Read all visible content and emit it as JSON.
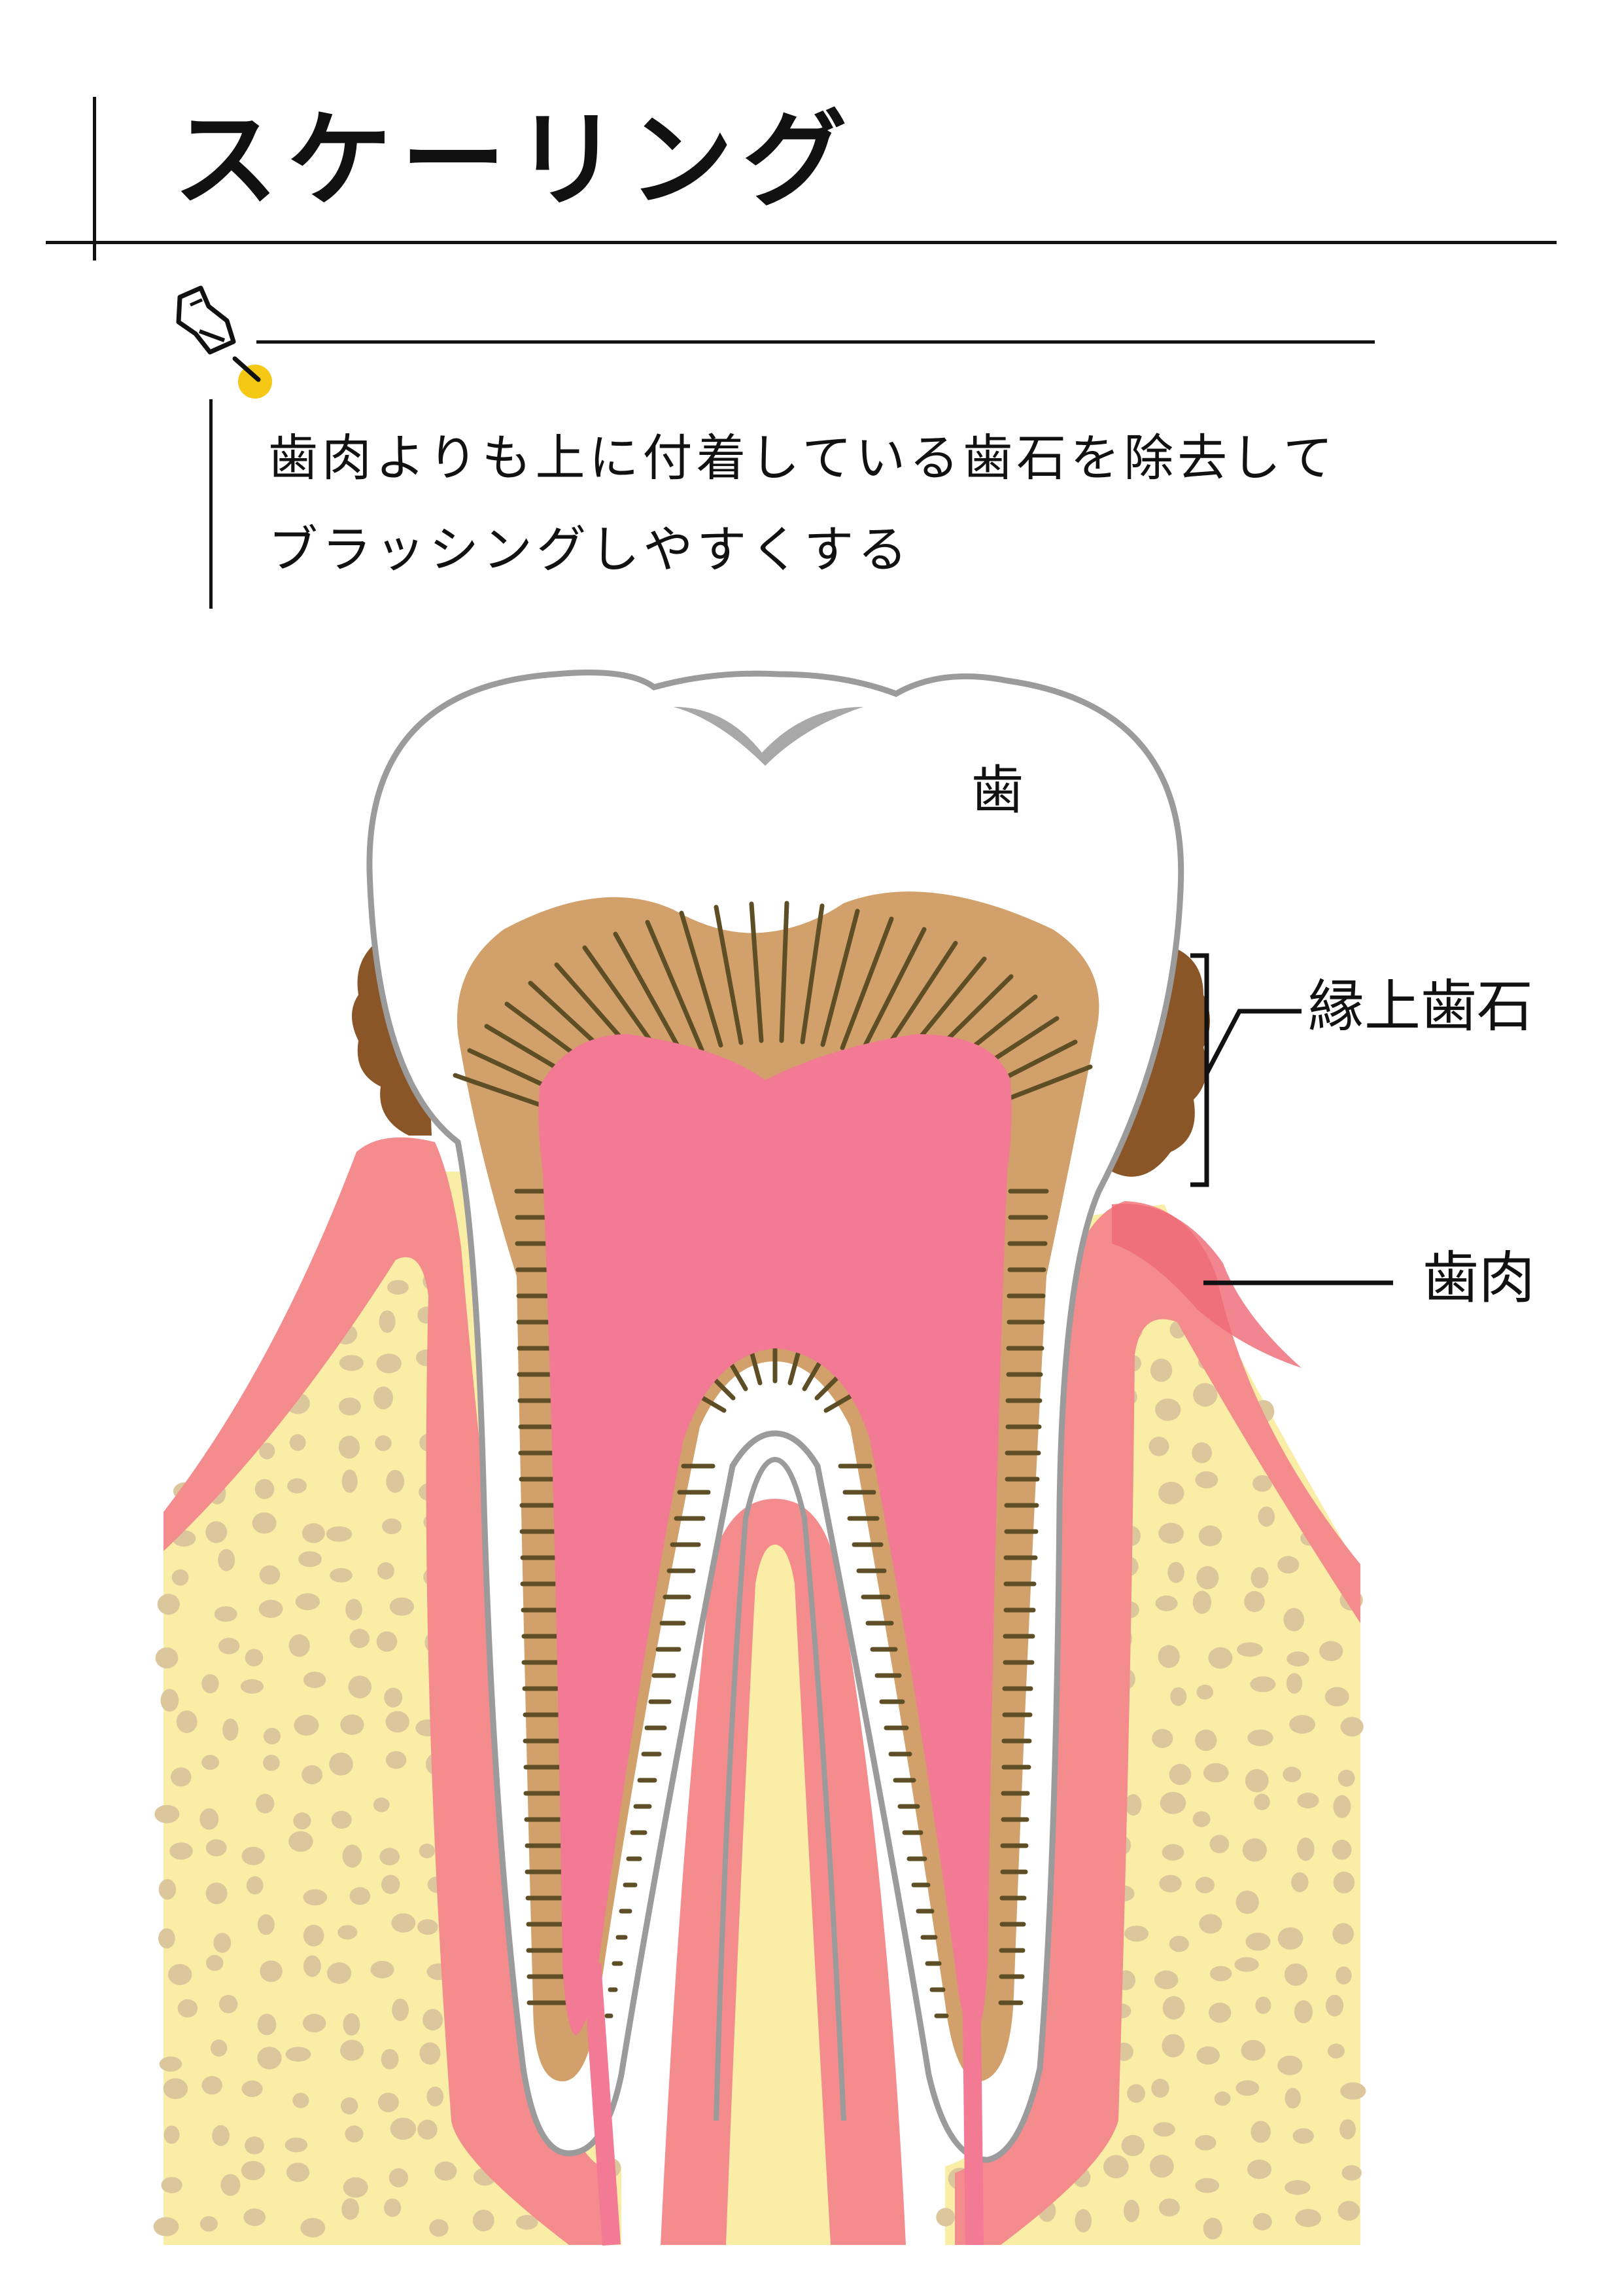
{
  "header": {
    "title": "スケーリング"
  },
  "note": {
    "icon": "pushpin-icon",
    "lines": [
      "歯肉よりも上に付着している歯石を除去して",
      "ブラッシングしやすくする"
    ]
  },
  "diagram": {
    "labels": {
      "tooth": "歯",
      "calculus": "縁上歯石",
      "gum": "歯肉"
    }
  },
  "colors": {
    "bone": "#FAEEA6",
    "bone_dots": "#DCC79C",
    "gum": "#F48B8D",
    "gum_dark": "#EE6875",
    "pulp": "#F27A94",
    "dentin": "#D2A06A",
    "dentin_lines": "#5E4E26",
    "enamel": "#FFFFFF",
    "enamel_outline": "#9B9B9B",
    "calculus": "#8A5527",
    "pin": "#F5C815"
  }
}
